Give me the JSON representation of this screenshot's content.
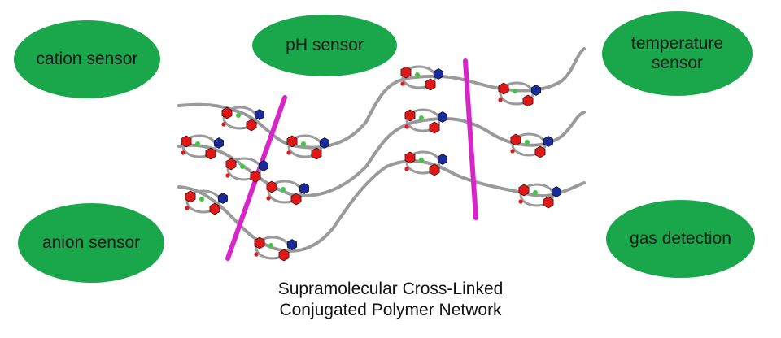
{
  "sensors": {
    "cation": "cation sensor",
    "ph": "pH sensor",
    "temperature": "temperature\nsensor",
    "anion": "anion sensor",
    "gas": "gas detection"
  },
  "caption": {
    "line1": "Supramolecular Cross-Linked",
    "line2": "Conjugated Polymer Network"
  },
  "colors": {
    "oval": "#1aa64a",
    "backbone": "#9a9a9a",
    "crosslinker": "#d726c8",
    "ring_red": "#e01818",
    "ring_blue": "#1a2a9a",
    "link_green": "#3cc83c"
  }
}
